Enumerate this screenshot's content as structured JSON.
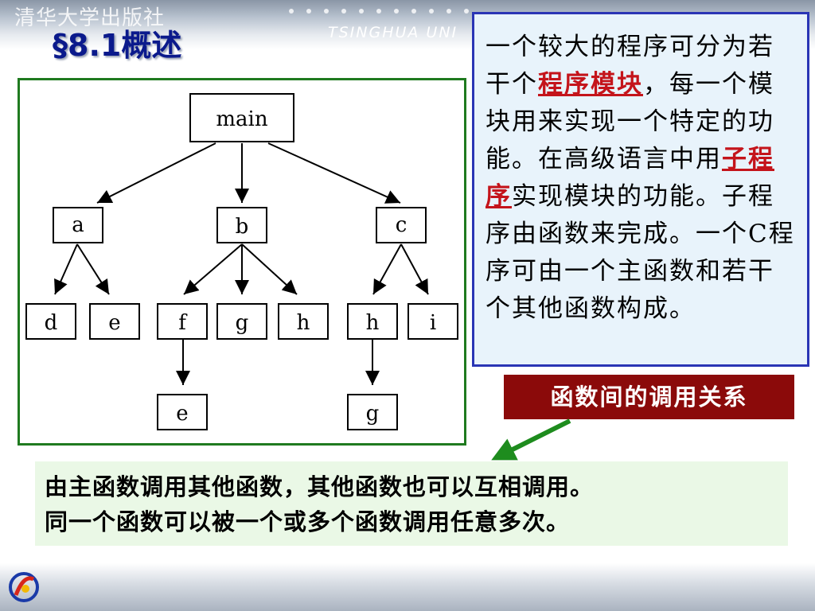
{
  "header": {
    "publisher": "清华大学出版社",
    "brand_tag": "TSINGHUA UNI",
    "title": "§8.1概述"
  },
  "tree": {
    "nodes": {
      "main": "main",
      "a": "a",
      "b": "b",
      "c": "c",
      "d": "d",
      "e1": "e",
      "f": "f",
      "g1": "g",
      "h1": "h",
      "h2": "h",
      "i": "i",
      "e2": "e",
      "g2": "g"
    }
  },
  "info": {
    "p1": "一个较大的程序可分为若干个",
    "hl1": "程序模块",
    "p2": "，每一个模块用来实现一个特定的功能。在高级语言中用",
    "hl2": "子程序",
    "p3": "实现模块的功能。子程序由函数来完成。一个C程序可由一个主函数和若干个其他函数构成。"
  },
  "caption": "函数间的调用关系",
  "summary": {
    "line1": "由主函数调用其他函数，其他函数也可以互相调用。",
    "line2": "同一个函数可以被一个或多个函数调用任意多次。"
  },
  "colors": {
    "title": "#0b1a8c",
    "tree_border": "#1f7a1f",
    "info_border": "#2a35b5",
    "highlight": "#c4141b",
    "caption_bg": "#8b0a0a",
    "arrow": "#1e8c1e"
  },
  "icons": {
    "logo": "publisher-logo-icon"
  }
}
